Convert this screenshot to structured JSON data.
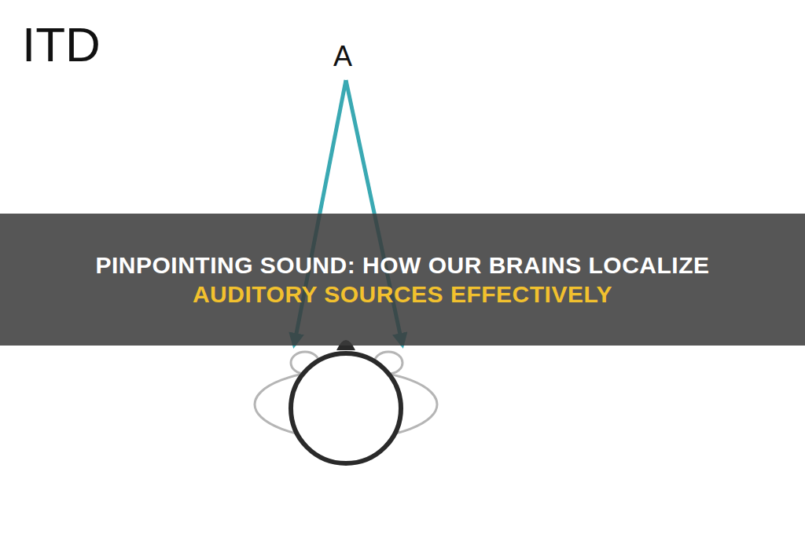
{
  "diagram": {
    "nodes": [
      {
        "text": [
          "PINPOINTING SOUND: HOW OUR BRAINS LOCALIZE",
          "AUDITORY SOURCES EFFECTIVELY"
        ]
      }
    ],
    "labels": [
      "ITD",
      "A"
    ]
  }
}
